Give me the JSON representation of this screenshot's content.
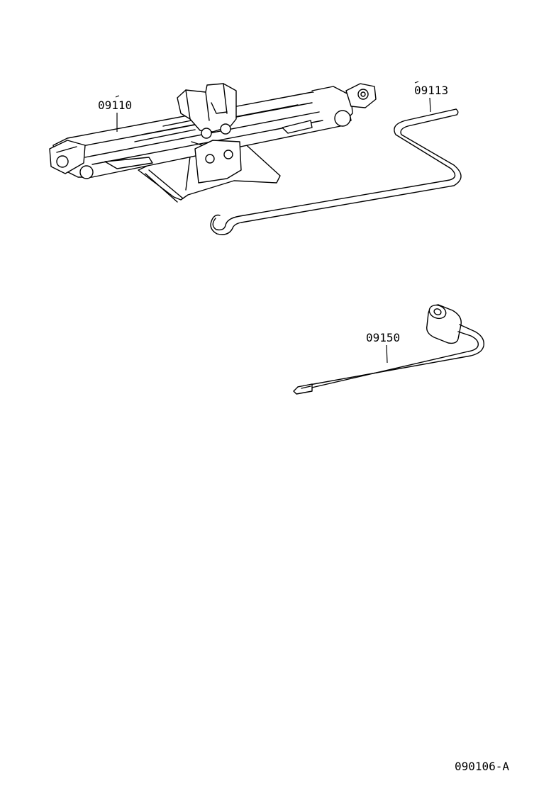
{
  "parts": {
    "jack": {
      "part_no": "09110"
    },
    "jack_handle": {
      "part_no": "09113"
    },
    "wrench": {
      "part_no": "09150"
    }
  },
  "drawing_code": "090106-A"
}
